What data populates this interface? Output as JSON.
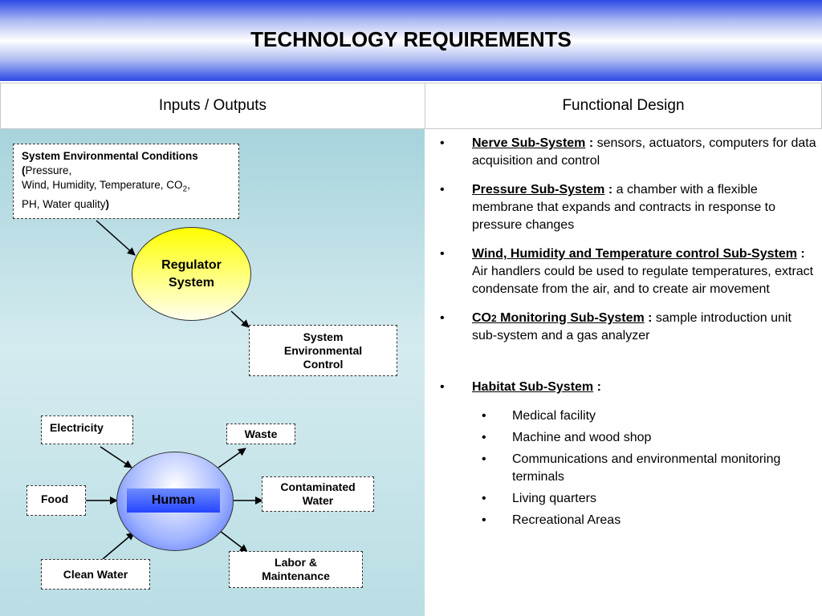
{
  "title": "TECHNOLOGY REQUIREMENTS",
  "headers": {
    "left": "Inputs / Outputs",
    "right": "Functional Design"
  },
  "diagram": {
    "env_conditions": {
      "bold_part": "System Environmental Conditions (",
      "line1_rest": "Pressure,",
      "line2": "Wind, Humidity, Temperature, CO",
      "sub2": "2",
      "line2_end": ",",
      "line3": "PH, Water quality",
      "close": ")"
    },
    "regulator": {
      "line1": "Regulator",
      "line2": "System"
    },
    "env_control": {
      "line1": "System",
      "line2": "Environmental",
      "line3": "Control"
    },
    "human": "Human",
    "inputs": [
      "Electricity",
      "Food",
      "Clean Water"
    ],
    "outputs": [
      "Waste",
      "Contaminated Water",
      "Labor & Maintenance"
    ]
  },
  "functional": {
    "bullet_glyph": "•",
    "items": [
      {
        "title": "Nerve Sub-System",
        "sep": " : ",
        "desc": "sensors, actuators, computers for data acquisition and control"
      },
      {
        "title": "Pressure Sub-System",
        "sep": " : ",
        "desc": "a chamber with a flexible membrane that expands and contracts in response to pressure changes"
      },
      {
        "title": "Wind, Humidity and Temperature control Sub-System",
        "sep": " : ",
        "desc": "Air handlers could be used to regulate temperatures, extract condensate from the air, and to create air movement"
      },
      {
        "title_pre": "CO",
        "title_sub": "2",
        "title_post": " Monitoring Sub-System",
        "sep": " : ",
        "desc": "sample introduction unit sub-system and a gas analyzer"
      }
    ],
    "habitat": {
      "title": "Habitat Sub-System",
      "sep": " :",
      "items": [
        "Medical facility",
        "Machine and wood shop",
        "Communications and environmental monitoring terminals",
        "Living quarters",
        "Recreational Areas"
      ]
    }
  }
}
